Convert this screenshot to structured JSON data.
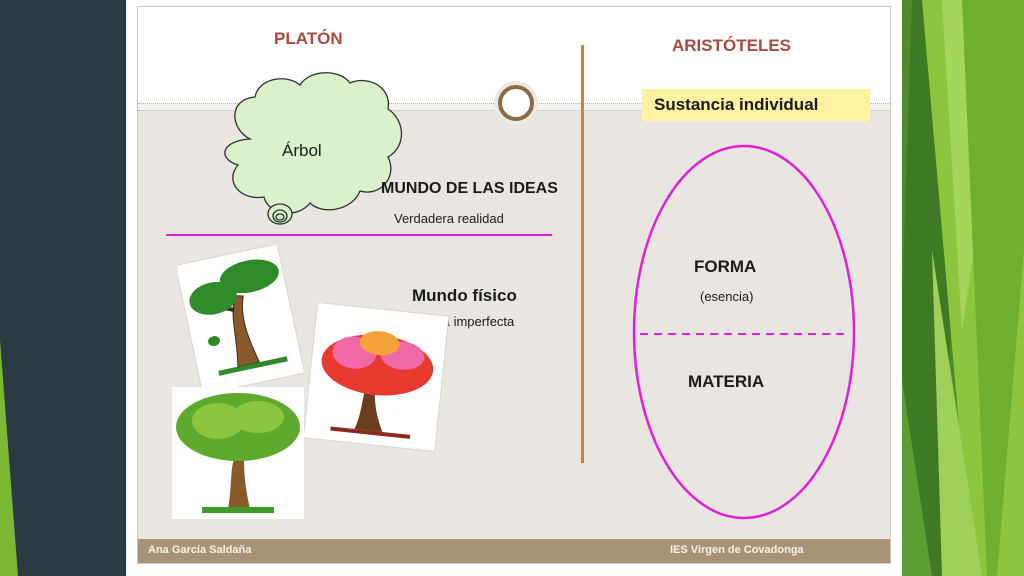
{
  "platon": {
    "heading": "PLATÓN",
    "cloud_label": "Árbol",
    "ideas_title": "MUNDO DE LAS IDEAS",
    "ideas_sub": "Verdadera realidad",
    "physical_title": "Mundo físico",
    "physical_sub": "Copia imperfecta"
  },
  "aristoteles": {
    "heading": "ARISTÓTELES",
    "substance": "Sustancia individual",
    "forma": "FORMA",
    "forma_sub": "(esencia)",
    "materia": "MATERIA"
  },
  "footer": {
    "author": "Ana García Saldaña",
    "school": "IES Virgen de Covadonga"
  },
  "colors": {
    "heading": "#a84a3e",
    "divider_orange": "#e07b24",
    "magenta": "#e020d8",
    "cloud_fill": "#d9f2cc",
    "footer_bg": "#a89377",
    "green_accent": "#7bb934"
  },
  "icons": {
    "cloud": "thought-cloud",
    "trees": [
      "green-tree-sketch",
      "red-blossom-tree",
      "round-green-tree"
    ],
    "slide_ring": "circle-ring"
  }
}
